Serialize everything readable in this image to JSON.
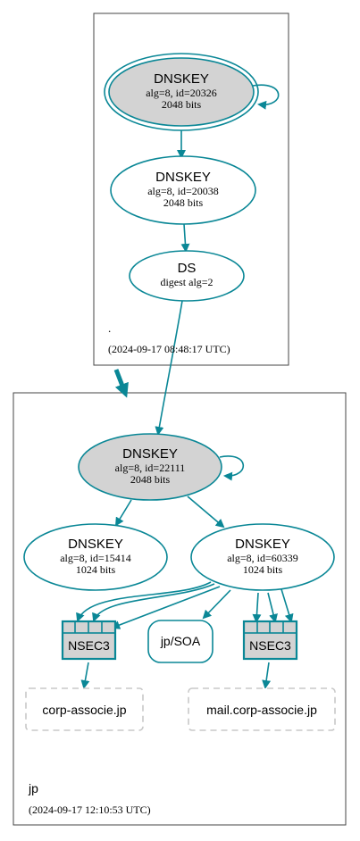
{
  "zones": {
    "root": {
      "name": ".",
      "timestamp": "(2024-09-17 08:48:17 UTC)"
    },
    "jp": {
      "name": "jp",
      "timestamp": "(2024-09-17 12:10:53 UTC)"
    }
  },
  "nodes": {
    "root_ksk": {
      "title": "DNSKEY",
      "line1": "alg=8, id=20326",
      "line2": "2048 bits"
    },
    "root_zsk": {
      "title": "DNSKEY",
      "line1": "alg=8, id=20038",
      "line2": "2048 bits"
    },
    "root_ds": {
      "title": "DS",
      "line1": "digest alg=2"
    },
    "jp_ksk": {
      "title": "DNSKEY",
      "line1": "alg=8, id=22111",
      "line2": "2048 bits"
    },
    "jp_zsk1": {
      "title": "DNSKEY",
      "line1": "alg=8, id=15414",
      "line2": "1024 bits"
    },
    "jp_zsk2": {
      "title": "DNSKEY",
      "line1": "alg=8, id=60339",
      "line2": "1024 bits"
    },
    "nsec3_left": {
      "title": "NSEC3"
    },
    "nsec3_right": {
      "title": "NSEC3"
    },
    "soa": {
      "title": "jp/SOA"
    },
    "name_left": {
      "title": "corp-associe.jp"
    },
    "name_right": {
      "title": "mail.corp-associe.jp"
    }
  },
  "colors": {
    "edge": "#0a8796",
    "node_fill_gray": "#d3d3d3",
    "zone_border": "#444444",
    "nonexistent_border": "#c8c8c8"
  }
}
